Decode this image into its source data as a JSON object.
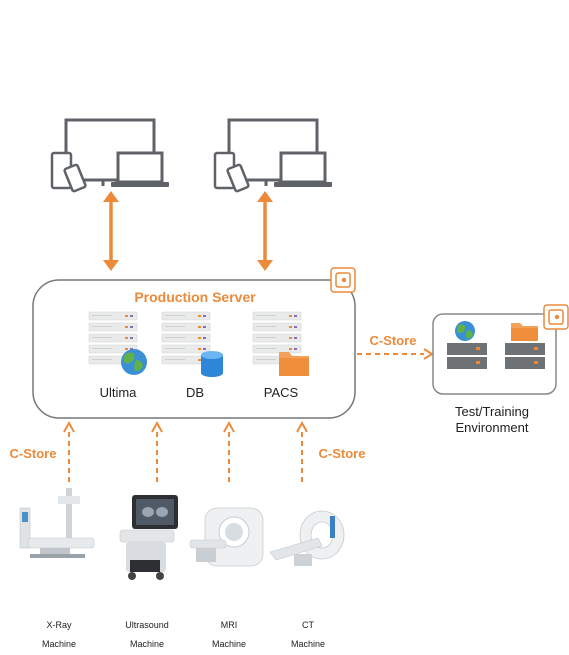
{
  "production_server": {
    "title": "Production Server",
    "servers": [
      {
        "label": "Ultima",
        "badge": "globe-icon"
      },
      {
        "label": "DB",
        "badge": "database-icon"
      },
      {
        "label": "PACS",
        "badge": "folder-icon"
      }
    ]
  },
  "links": {
    "to_test": "C-Store",
    "left": "C-Store",
    "right": "C-Store"
  },
  "test_environment": {
    "line1": "Test/Training",
    "line2": "Environment"
  },
  "machines": [
    {
      "line1": "X-Ray",
      "line2": "Machine"
    },
    {
      "line1": "Ultrasound",
      "line2": "Machine"
    },
    {
      "line1": "MRI",
      "line2": "Machine"
    },
    {
      "line1": "CT",
      "line2": "Machine"
    }
  ],
  "colors": {
    "accent": "#ec8a3a",
    "device_stroke": "#5f6368",
    "server_fill": "#eceded",
    "box_border": "#777777"
  }
}
